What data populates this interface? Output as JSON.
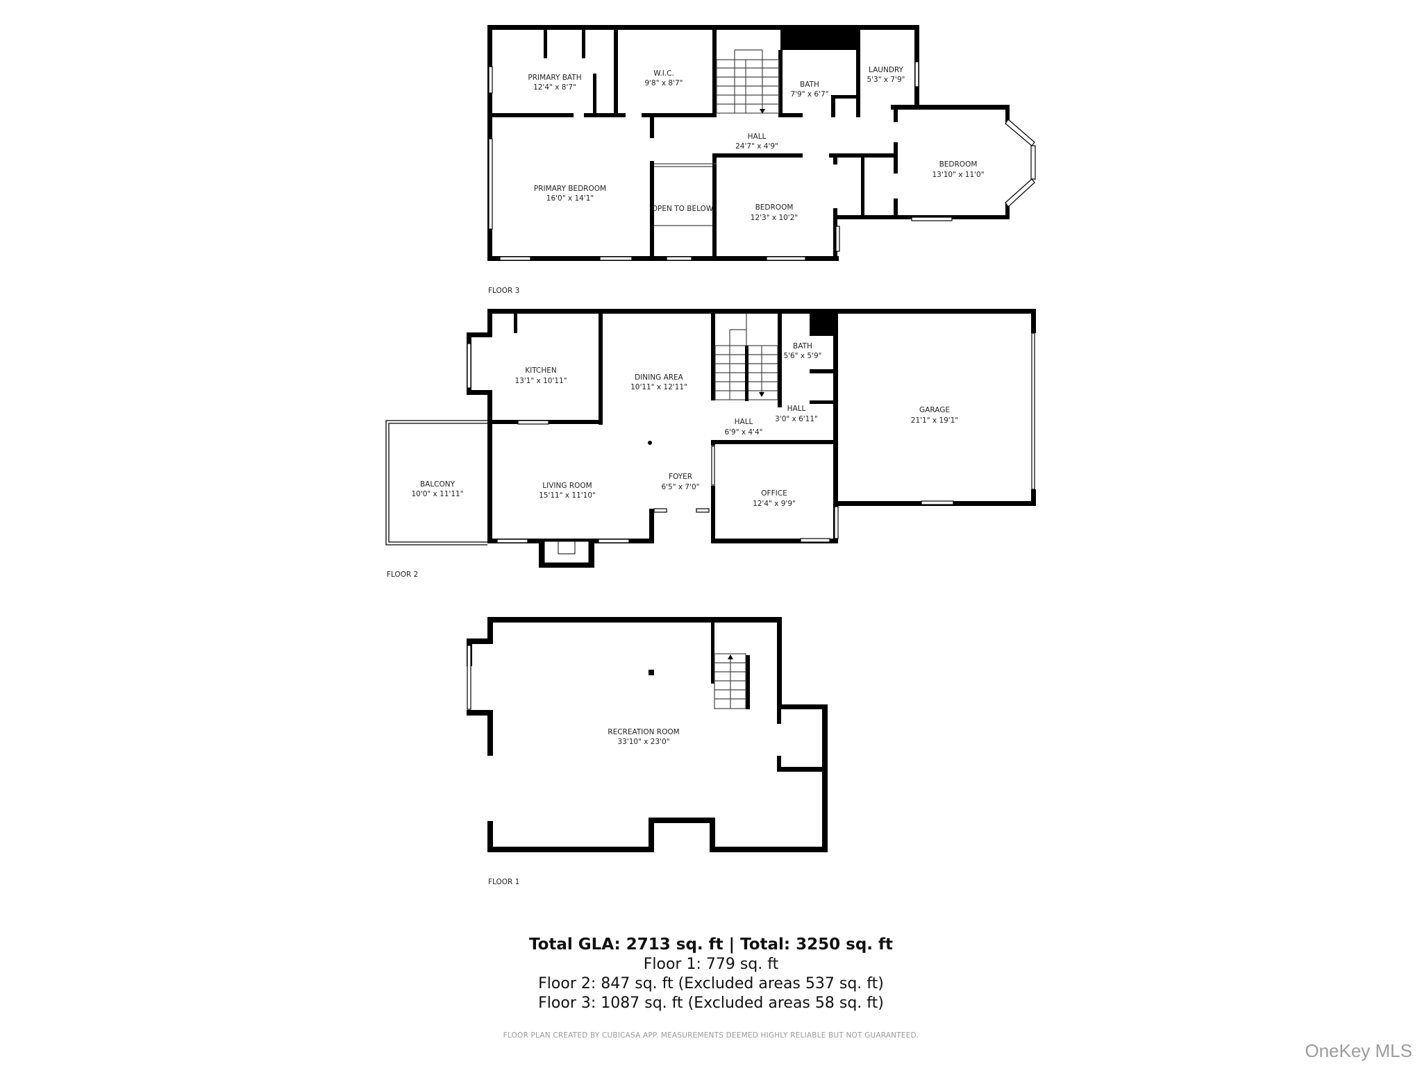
{
  "floors": [
    {
      "label": "FLOOR 3",
      "rooms": [
        {
          "name": "PRIMARY BATH",
          "size": "12'4\" x 8'7\""
        },
        {
          "name": "W.I.C.",
          "size": "9'8\" x 8'7\""
        },
        {
          "name": "BATH",
          "size": "7'9\" x 6'7\""
        },
        {
          "name": "LAUNDRY",
          "size": "5'3\" x 7'9\""
        },
        {
          "name": "HALL",
          "size": "24'7\" x 4'9\""
        },
        {
          "name": "PRIMARY BEDROOM",
          "size": "16'0\" x 14'1\""
        },
        {
          "name": "OPEN TO BELOW",
          "size": ""
        },
        {
          "name": "BEDROOM",
          "size": "12'3\" x 10'2\""
        },
        {
          "name": "BEDROOM",
          "size": "13'10\" x 11'0\""
        }
      ]
    },
    {
      "label": "FLOOR 2",
      "rooms": [
        {
          "name": "KITCHEN",
          "size": "13'1\" x 10'11\""
        },
        {
          "name": "DINING AREA",
          "size": "10'11\" x 12'11\""
        },
        {
          "name": "BATH",
          "size": "5'6\" x 5'9\""
        },
        {
          "name": "HALL",
          "size": "3'0\" x 6'11\""
        },
        {
          "name": "HALL",
          "size": "6'9\" x 4'4\""
        },
        {
          "name": "GARAGE",
          "size": "21'1\" x 19'1\""
        },
        {
          "name": "BALCONY",
          "size": "10'0\" x 11'11\""
        },
        {
          "name": "LIVING ROOM",
          "size": "15'11\" x 11'10\""
        },
        {
          "name": "FOYER",
          "size": "6'5\" x 7'0\""
        },
        {
          "name": "OFFICE",
          "size": "12'4\" x 9'9\""
        }
      ]
    },
    {
      "label": "FLOOR 1",
      "rooms": [
        {
          "name": "RECREATION ROOM",
          "size": "33'10\" x 23'0\""
        }
      ]
    }
  ],
  "summary": {
    "total": "Total GLA: 2713 sq. ft | Total: 3250 sq. ft",
    "lines": [
      "Floor 1: 779 sq. ft",
      "Floor 2: 847 sq. ft (Excluded areas 537 sq. ft)",
      "Floor 3: 1087 sq. ft (Excluded areas 58 sq. ft)"
    ]
  },
  "disclaimer": "FLOOR PLAN CREATED BY CUBICASA APP. MEASUREMENTS DEEMED HIGHLY RELIABLE BUT NOT GUARANTEED.",
  "brand": "OneKey MLS",
  "colors": {
    "wall": "#000000",
    "text": "#222222",
    "disclaimer": "#9a9a9a",
    "brand": "#9c9c9c"
  }
}
